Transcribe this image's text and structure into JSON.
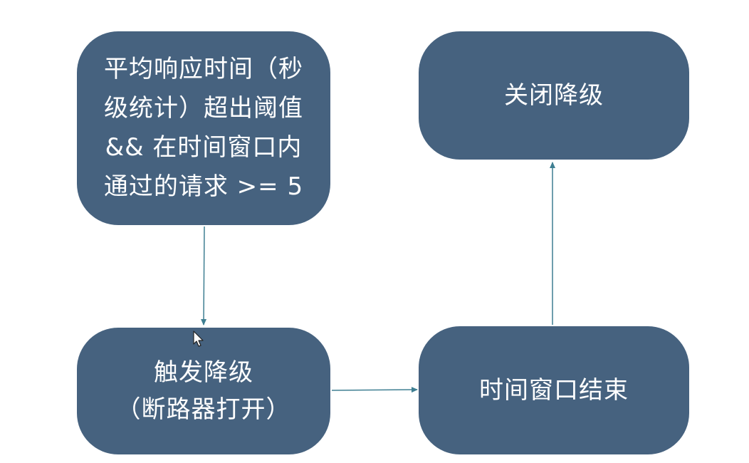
{
  "diagram": {
    "nodes": {
      "condition": {
        "lines": [
          "平均响应时间（秒",
          "级统计）超出阈值",
          "&& 在时间窗口内",
          "通过的请求 >= 5"
        ]
      },
      "trigger": {
        "lines": [
          "触发降级",
          "（断路器打开）"
        ]
      },
      "window_end": {
        "label": "时间窗口结束"
      },
      "close": {
        "label": "关闭降级"
      }
    },
    "edges": [
      {
        "from": "condition",
        "to": "trigger"
      },
      {
        "from": "trigger",
        "to": "window_end"
      },
      {
        "from": "window_end",
        "to": "close"
      }
    ],
    "colors": {
      "node_fill": "#46627f",
      "node_text": "#ffffff",
      "edge": "#3f7f92"
    }
  }
}
